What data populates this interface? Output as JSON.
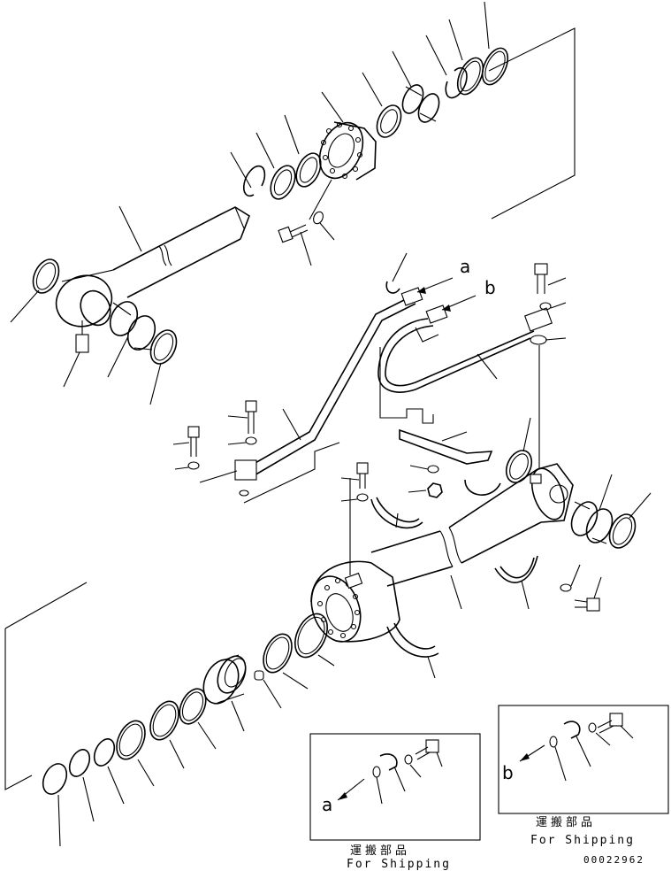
{
  "callouts": {
    "a": "a",
    "b": "b"
  },
  "inset_a": {
    "letter": "a",
    "japanese": "運搬部品",
    "english": "For Shipping"
  },
  "inset_b": {
    "letter": "b",
    "japanese": "運搬部品",
    "english": "For Shipping"
  },
  "drawing_code": "00022962"
}
